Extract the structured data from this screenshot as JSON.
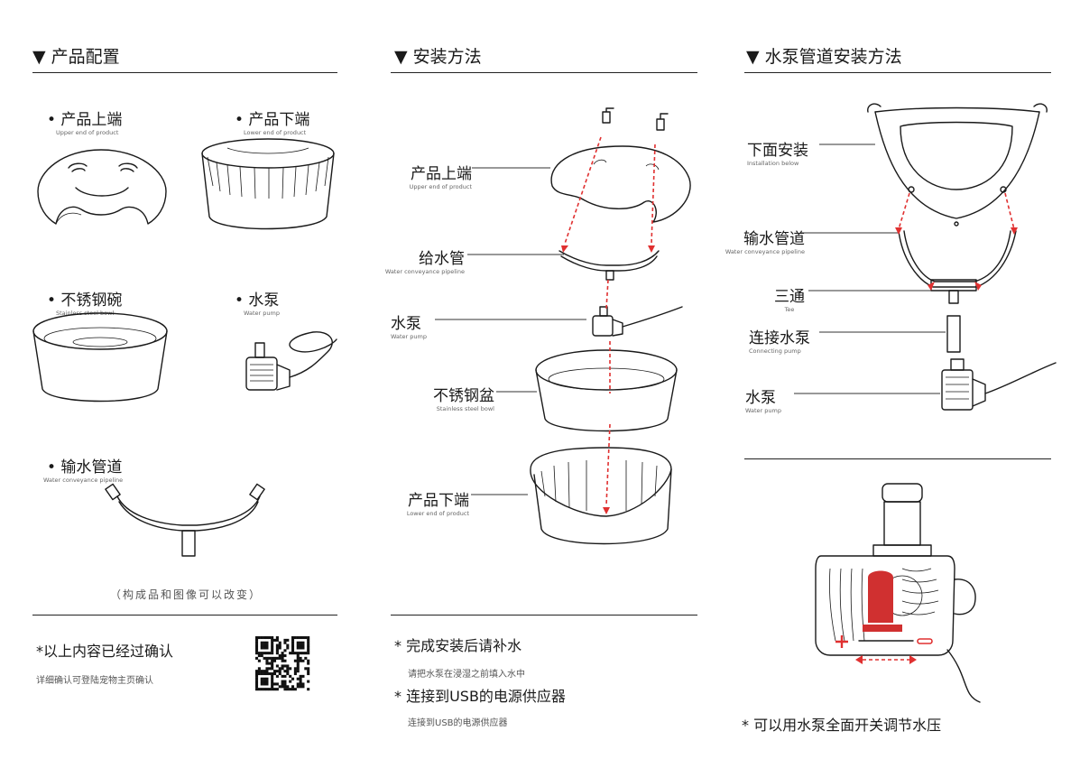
{
  "columns": {
    "config": {
      "title": "▼ 产品配置",
      "items": [
        {
          "zh": "• 产品上端",
          "en": "Upper end of product"
        },
        {
          "zh": "• 产品下端",
          "en": "Lower end of product"
        },
        {
          "zh": "• 不锈钢碗",
          "en": "Stainless steel bowl"
        },
        {
          "zh": "• 水泵",
          "en": "Water pump"
        },
        {
          "zh": "• 输水管道",
          "en": "Water conveyance pipeline"
        }
      ],
      "disclaimer": "（构成品和图像可以改变）",
      "confirm_title": "*以上内容已经过确认",
      "confirm_sub": "详细确认可登陆宠物主页确认"
    },
    "install": {
      "title": "▼ 安装方法",
      "labels": [
        {
          "zh": "产品上端",
          "en": "Upper end of product"
        },
        {
          "zh": "给水管",
          "en": "Water conveyance pipeline"
        },
        {
          "zh": "水泵",
          "en": "Water pump"
        },
        {
          "zh": "不锈钢盆",
          "en": "Stainless steel bowl"
        },
        {
          "zh": "产品下端",
          "en": "Lower end of product"
        }
      ],
      "note1_title": "* 完成安装后请补水",
      "note1_sub": "请把水泵在浸湿之前填入水中",
      "note2_title": "* 连接到USB的电源供应器",
      "note2_sub": "连接到USB的电源供应器"
    },
    "pump": {
      "title": "▼ 水泵管道安装方法",
      "labels": [
        {
          "zh": "下面安装",
          "en": "Installation below"
        },
        {
          "zh": "输水管道",
          "en": "Water conveyance pipeline"
        },
        {
          "zh": "三通",
          "en": "Tee"
        },
        {
          "zh": "连接水泵",
          "en": "Connecting pump"
        },
        {
          "zh": "水泵",
          "en": "Water pump"
        }
      ],
      "note": "* 可以用水泵全面开关调节水压"
    }
  },
  "icons": [
    "qr-code-icon",
    "plus-icon",
    "minus-icon",
    "double-arrow-icon"
  ],
  "colors": {
    "accent": "#e03030",
    "text": "#1a1a1a",
    "rule": "#222222"
  }
}
